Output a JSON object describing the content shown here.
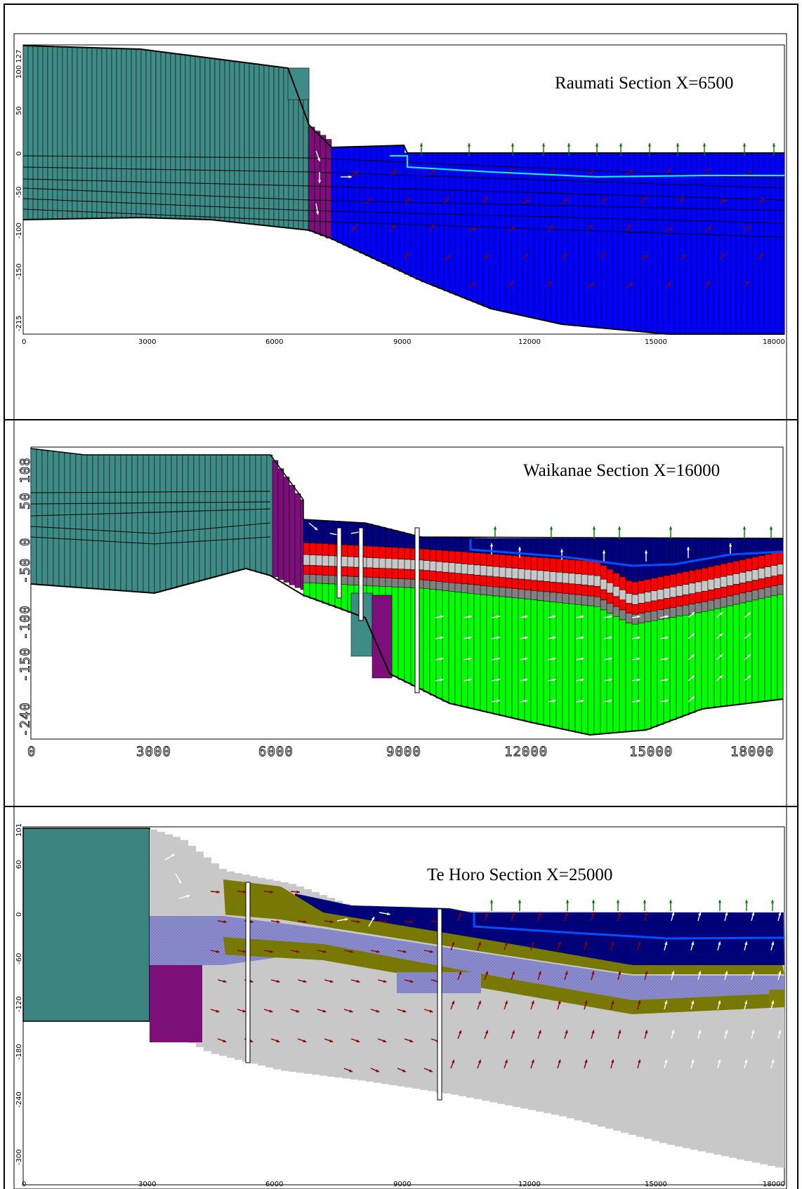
{
  "panels": [
    {
      "id": "raumati",
      "title": "Raumati Section X=6500",
      "x_ticks": [
        "0",
        "3000",
        "6000",
        "9000",
        "12000",
        "15000",
        "18000"
      ],
      "y_ticks": [
        "100 127",
        "50",
        "0",
        "-50",
        "-100",
        "-150",
        "-215"
      ]
    },
    {
      "id": "waikanae",
      "title": "Waikanae Section X=16000",
      "x_ticks": [
        "0",
        "3000",
        "6000",
        "9000",
        "12000",
        "15000",
        "18000"
      ],
      "y_ticks": [
        "50 108",
        "0",
        "-50",
        "-100",
        "-150",
        "-240"
      ]
    },
    {
      "id": "tehoro",
      "title": "Te Horo Section X=25000",
      "x_ticks": [
        "0",
        "3000",
        "6000",
        "9000",
        "12000",
        "15000",
        "18000"
      ],
      "y_ticks": [
        "101",
        "60",
        "0",
        "-60",
        "-120",
        "-180",
        "-240",
        "-300"
      ]
    }
  ],
  "colors": {
    "teal_basement": "#3f8c87",
    "purple_unit": "#7d0f7a",
    "blue_fill": "#0000ff",
    "navy_fill": "#000080",
    "red_layer": "#ff0000",
    "light_grey": "#c8c8c8",
    "dark_grey": "#808080",
    "green_fill": "#00ff00",
    "olive_layer": "#808000",
    "lavender_layer": "#8f8fd6",
    "cyan_watertable": "#00ffff",
    "blue_watertable": "#0050ff",
    "arrow_red": "#8b0000",
    "arrow_white": "#ffffff",
    "arrow_green": "#007700"
  }
}
